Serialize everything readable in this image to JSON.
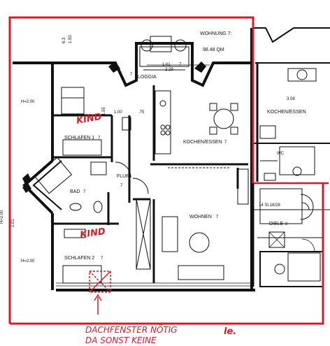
{
  "plan": {
    "apartment_title": "WOHNUNG 7:",
    "apartment_area": "98.48 QM",
    "rooms": {
      "loggia": "LOGGIA",
      "loggia_num": "7",
      "kitchen": "KOCHEN/ESSEN",
      "kitchen_num": "7",
      "bedroom1": "SCHLAFEN 1",
      "bedroom1_num": "7",
      "bedroom2": "SCHLAFEN 2",
      "bedroom2_num": "7",
      "bath": "BAD",
      "bath_num": "7",
      "hall": "FLUR",
      "hall_num": "7",
      "living": "WOHNEN",
      "living_num": "7",
      "neighbor_kitchen": "KOCHEN/ESSEN",
      "neighbor_wc": "WC",
      "stair_hall": "DIELE",
      "stair_hall_num": "8"
    },
    "dimensions": {
      "loggia_w": "1.01",
      "loggia_w2": "2.29",
      "loggia_sq": "7",
      "top_left_a": "6.3",
      "top_left_b": "1.50",
      "d100": "1.00",
      "d75": ".75",
      "d155": "1.55",
      "h200_a": "H=2.00",
      "h200_b": "H=2.00",
      "h200_c": "H=2.00",
      "left_dim": "1.01",
      "neighbor_308": "3.08",
      "stairs": "14 St.18/28"
    },
    "annotations": {
      "kind1": "KIND",
      "kind2": "KIND",
      "note_line1": "DACHFENSTER NÖTIG",
      "note_line2": "DA SONST KEINE",
      "initials": "le."
    }
  },
  "colors": {
    "red": "#d81b2a",
    "wall": "#111111",
    "paper": "#ffffff"
  }
}
